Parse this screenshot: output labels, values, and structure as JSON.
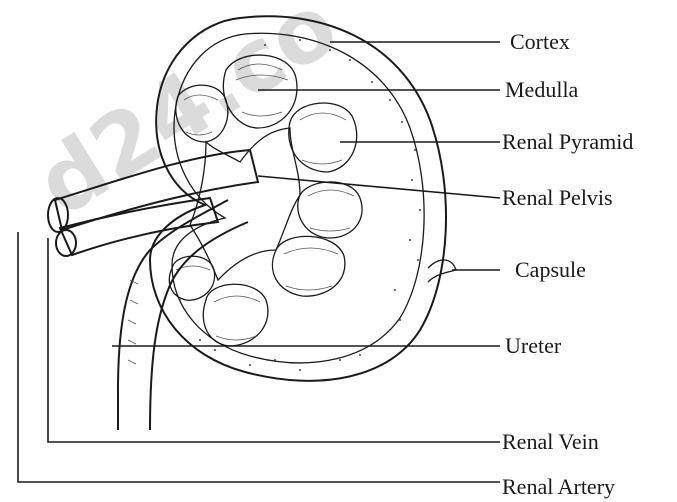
{
  "labels": {
    "cortex": "Cortex",
    "medulla": "Medulla",
    "renal_pyramid": "Renal Pyramid",
    "renal_pelvis": "Renal Pelvis",
    "capsule": "Capsule",
    "ureter": "Ureter",
    "renal_vein": "Renal Vein",
    "renal_artery": "Renal Artery"
  },
  "watermark": "d24.co"
}
